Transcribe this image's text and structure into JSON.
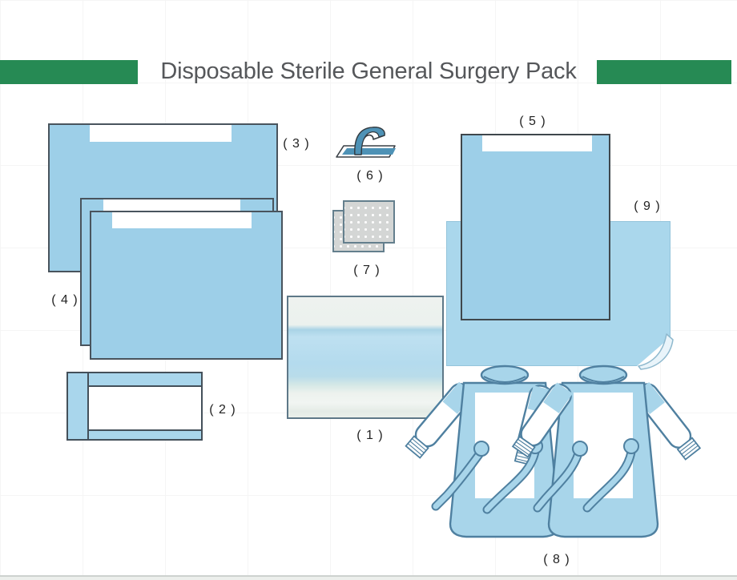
{
  "page": {
    "title": "Disposable Sterile General Surgery Pack"
  },
  "item_labels": [
    {
      "num": 1,
      "text": "( 1 )"
    },
    {
      "num": 2,
      "text": "( 2 )"
    },
    {
      "num": 3,
      "text": "( 3 )"
    },
    {
      "num": 4,
      "text": "( 4 )"
    },
    {
      "num": 5,
      "text": "( 5 )"
    },
    {
      "num": 6,
      "text": "( 6 )"
    },
    {
      "num": 7,
      "text": "( 7 )"
    },
    {
      "num": 8,
      "text": "( 8 )"
    },
    {
      "num": 9,
      "text": "( 9 )"
    }
  ],
  "colors": {
    "accent_green": "#268a54",
    "title_gray": "#55575a",
    "drape_blue": "#9dcfe8",
    "backsheet_blue": "#aad7ec",
    "gown_blue": "#a8d5ea",
    "outline_blue": "#4f80a0",
    "gauze_gray": "#d4d6d5",
    "tape_blue": "#4e92b6"
  }
}
